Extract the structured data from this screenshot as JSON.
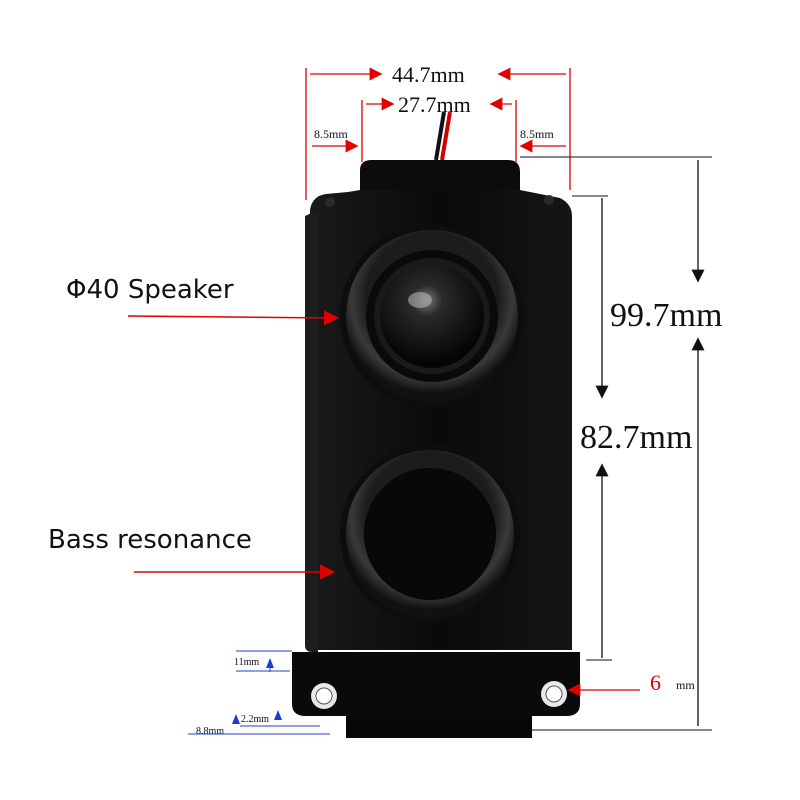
{
  "labels": {
    "speaker": "Φ40 Speaker",
    "bass": "Bass resonance"
  },
  "dimensions": {
    "width_total": "44.7mm",
    "width_inner": "27.7mm",
    "margin_left": "8.5mm",
    "margin_right": "8.5mm",
    "height_total": "99.7mm",
    "height_inner": "82.7mm",
    "hole_offset": "6",
    "hole_offset_unit": "mm",
    "tab_height": "11mm",
    "tab_small": "2.2mm",
    "base_height": "8.8mm"
  },
  "colors": {
    "arrow_red": "#e00000",
    "dim_line": "#111111",
    "small_arrow_blue": "#1a3fd0",
    "body": "#0b0b0b"
  }
}
